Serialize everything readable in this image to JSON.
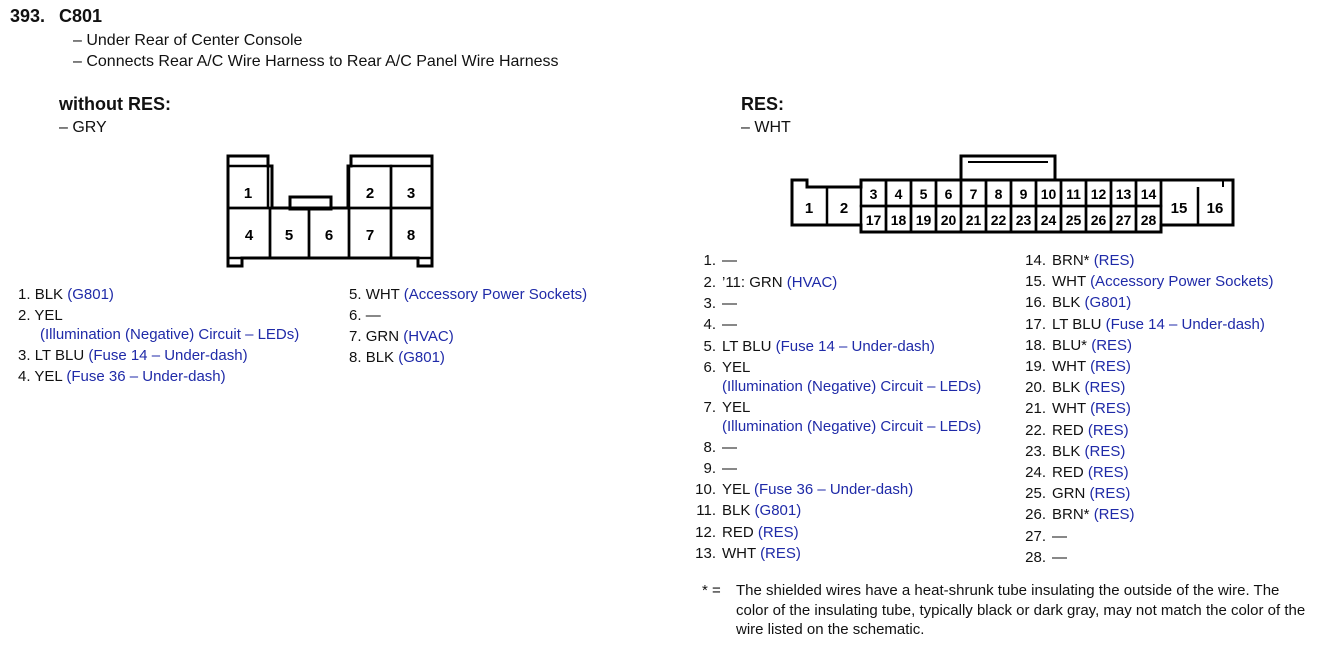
{
  "header": {
    "number": "393.",
    "connector_id": "C801"
  },
  "subtitles": [
    "– Under Rear of Center Console",
    "– Connects Rear A/C Wire Harness to Rear A/C Panel Wire Harness"
  ],
  "left": {
    "title": "without RES:",
    "color": "– GRY",
    "connector_pins": [
      "1",
      "2",
      "3",
      "4",
      "5",
      "6",
      "7",
      "8"
    ],
    "pins": [
      {
        "num": "1.",
        "wire": "BLK",
        "ref": "(G801)"
      },
      {
        "num": "2.",
        "wire": "YEL",
        "ref": "(Illumination (Negative) Circuit – LEDs)"
      },
      {
        "num": "3.",
        "wire": "LT BLU",
        "ref": "(Fuse 14 – Under-dash)"
      },
      {
        "num": "4.",
        "wire": "YEL",
        "ref": "(Fuse 36 – Under-dash)"
      },
      {
        "num": "5.",
        "wire": "WHT",
        "ref": "(Accessory Power Sockets)"
      },
      {
        "num": "6.",
        "wire": "—",
        "ref": ""
      },
      {
        "num": "7.",
        "wire": "GRN",
        "ref": "(HVAC)"
      },
      {
        "num": "8.",
        "wire": "BLK",
        "ref": "(G801)"
      }
    ]
  },
  "right": {
    "title": "RES:",
    "color": "– WHT",
    "connector_pins": [
      "1",
      "2",
      "3",
      "4",
      "5",
      "6",
      "7",
      "8",
      "9",
      "10",
      "11",
      "12",
      "13",
      "14",
      "15",
      "16",
      "17",
      "18",
      "19",
      "20",
      "21",
      "22",
      "23",
      "24",
      "25",
      "26",
      "27",
      "28"
    ],
    "pins": [
      {
        "num": "1.",
        "wire": "—",
        "ref": ""
      },
      {
        "num": "2.",
        "wire": "’11: GRN",
        "ref": "(HVAC)"
      },
      {
        "num": "3.",
        "wire": "—",
        "ref": ""
      },
      {
        "num": "4.",
        "wire": "—",
        "ref": ""
      },
      {
        "num": "5.",
        "wire": "LT BLU",
        "ref": "(Fuse 14 – Under-dash)"
      },
      {
        "num": "6.",
        "wire": "YEL",
        "ref": "(Illumination (Negative) Circuit – LEDs)"
      },
      {
        "num": "7.",
        "wire": "YEL",
        "ref": "(Illumination (Negative) Circuit – LEDs)"
      },
      {
        "num": "8.",
        "wire": "—",
        "ref": ""
      },
      {
        "num": "9.",
        "wire": "—",
        "ref": ""
      },
      {
        "num": "10.",
        "wire": "YEL",
        "ref": "(Fuse 36 – Under-dash)"
      },
      {
        "num": "11.",
        "wire": "BLK",
        "ref": "(G801)"
      },
      {
        "num": "12.",
        "wire": "RED",
        "ref": "(RES)"
      },
      {
        "num": "13.",
        "wire": "WHT",
        "ref": "(RES)"
      },
      {
        "num": "14.",
        "wire": "BRN*",
        "ref": "(RES)"
      },
      {
        "num": "15.",
        "wire": "WHT",
        "ref": "(Accessory Power Sockets)"
      },
      {
        "num": "16.",
        "wire": "BLK",
        "ref": "(G801)"
      },
      {
        "num": "17.",
        "wire": "LT BLU",
        "ref": "(Fuse 14 – Under-dash)"
      },
      {
        "num": "18.",
        "wire": "BLU*",
        "ref": "(RES)"
      },
      {
        "num": "19.",
        "wire": "WHT",
        "ref": "(RES)"
      },
      {
        "num": "20.",
        "wire": "BLK",
        "ref": "(RES)"
      },
      {
        "num": "21.",
        "wire": "WHT",
        "ref": "(RES)"
      },
      {
        "num": "22.",
        "wire": "RED",
        "ref": "(RES)"
      },
      {
        "num": "23.",
        "wire": "BLK",
        "ref": "(RES)"
      },
      {
        "num": "24.",
        "wire": "RED",
        "ref": "(RES)"
      },
      {
        "num": "25.",
        "wire": "GRN",
        "ref": "(RES)"
      },
      {
        "num": "26.",
        "wire": "BRN*",
        "ref": "(RES)"
      },
      {
        "num": "27.",
        "wire": "—",
        "ref": ""
      },
      {
        "num": "28.",
        "wire": "—",
        "ref": ""
      }
    ]
  },
  "note": {
    "marker": "* =",
    "lines": [
      "The shielded wires have a heat-shrunk tube insulating the outside of the wire. The",
      "color of the insulating tube, typically black or dark gray, may not match the color of the",
      "wire listed on the schematic."
    ]
  },
  "colors": {
    "text": "#111111",
    "reference": "#1f2aa8",
    "line": "#000000"
  }
}
